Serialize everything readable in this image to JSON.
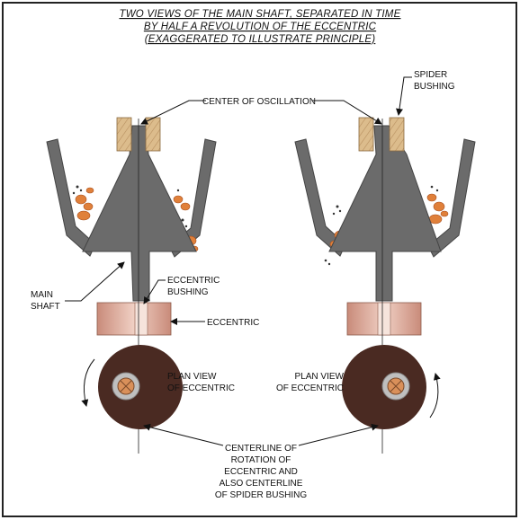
{
  "title": {
    "line1": "TWO VIEWS OF THE MAIN SHAFT, SEPARATED IN TIME",
    "line2": "BY HALF A REVOLUTION OF THE ECCENTRIC",
    "line3": "(EXAGGERATED TO ILLUSTRATE PRINCIPLE)"
  },
  "labels": {
    "center_of_oscillation": "CENTER OF OSCILLATION",
    "spider_bushing_1": "SPIDER",
    "spider_bushing_2": "BUSHING",
    "main_shaft_1": "MAIN",
    "main_shaft_2": "SHAFT",
    "eccentric_bushing_1": "ECCENTRIC",
    "eccentric_bushing_2": "BUSHING",
    "eccentric": "ECCENTRIC",
    "plan_view_left_1": "PLAN VIEW",
    "plan_view_left_2": "OF ECCENTRIC",
    "plan_view_right_1": "PLAN VIEW",
    "plan_view_right_2": "OF ECCENTRIC",
    "centerline_1": "CENTERLINE OF",
    "centerline_2": "ROTATION OF",
    "centerline_3": "ECCENTRIC AND",
    "centerline_4": "ALSO CENTERLINE",
    "centerline_5": "OF SPIDER BUSHING"
  },
  "colors": {
    "steel": "#6b6b6b",
    "bushing_wood": "#d9b98a",
    "eccentric_copper": "#d8a89a",
    "plan_disc": "#4a2a22",
    "rock": "#e0803a",
    "border": "#222222"
  }
}
